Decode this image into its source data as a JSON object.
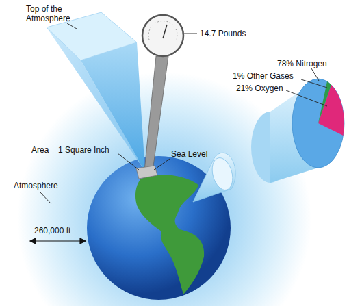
{
  "diagram": {
    "labels": [
      "Top of the Atmosphere",
      "14.7 Pounds",
      "78% Nitrogen",
      "1% Other Gases",
      "21% Oxygen",
      "Area = 1 Square Inch",
      "Sea Level",
      "Atmosphere",
      "260,000 ft"
    ]
  }
}
